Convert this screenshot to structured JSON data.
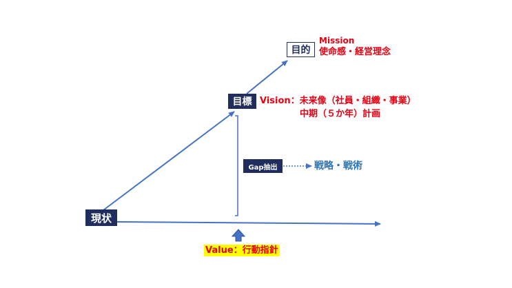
{
  "colors": {
    "navy": "#1f2e5c",
    "arrow": "#4472c4",
    "red": "#e60012",
    "blue_text": "#2e75b6",
    "highlight": "#ffff00"
  },
  "nodes": {
    "current": {
      "label": "現状"
    },
    "goal": {
      "label": "目標"
    },
    "purpose": {
      "label": "目的"
    },
    "gap": {
      "label": "Gap抽出"
    }
  },
  "texts": {
    "mission_title": "Mission",
    "mission_desc": "使命感・経営理念",
    "vision_line1": "Vision：未来像（社員・組織・事業）",
    "vision_line2": "中期（５か年）計画",
    "strategy": "戦略・戦術",
    "value": "Value：行動指針"
  }
}
